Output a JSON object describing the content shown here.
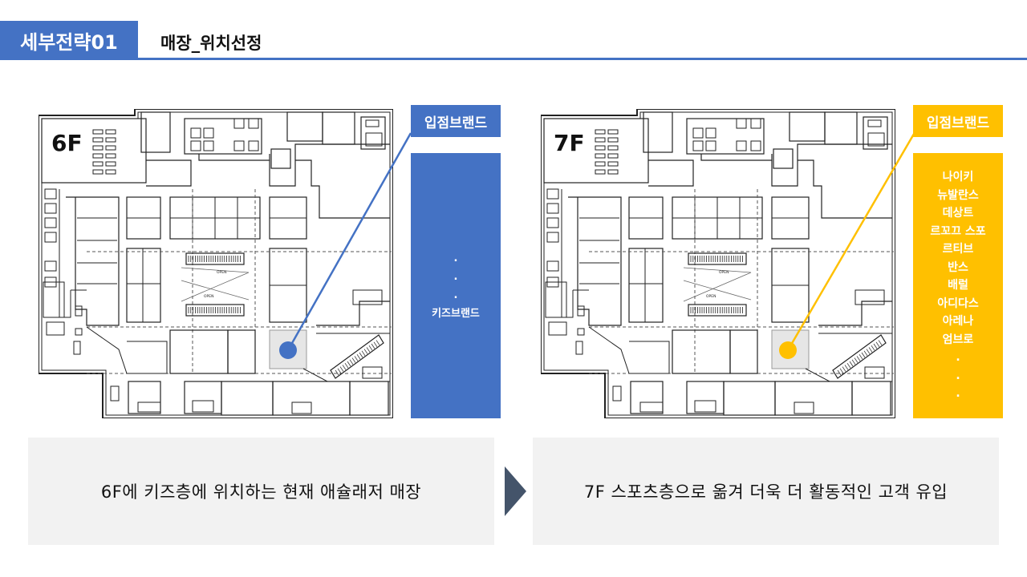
{
  "header": {
    "tab_label": "세부전략01",
    "title": "매장_위치선정"
  },
  "left_plan": {
    "floor_label": "6F",
    "tag": "입점브랜드",
    "brands": [
      ".",
      ".",
      ".",
      "키즈브랜드"
    ],
    "caption": "6F에 키즈층에 위치하는 현재 애슐래저 매장",
    "marker_color": "#4472c4"
  },
  "right_plan": {
    "floor_label": "7F",
    "tag": "입점브랜드",
    "brands": [
      "나이키",
      "뉴발란스",
      "데상트",
      "르꼬끄 스포",
      "르티브",
      "반스",
      "배럴",
      "아디다스",
      "아레나",
      "엄브로",
      ".",
      ".",
      "."
    ],
    "caption": "7F 스포츠층으로 옮겨 더욱 더 활동적인 고객 유입",
    "marker_color": "#ffc000"
  },
  "plan_labels": {
    "escalator_open": "OPEN"
  },
  "colors": {
    "accent_blue": "#4472c4",
    "accent_yellow": "#ffc000",
    "arrow": "#44546a",
    "caption_bg": "#f2f2f2"
  }
}
